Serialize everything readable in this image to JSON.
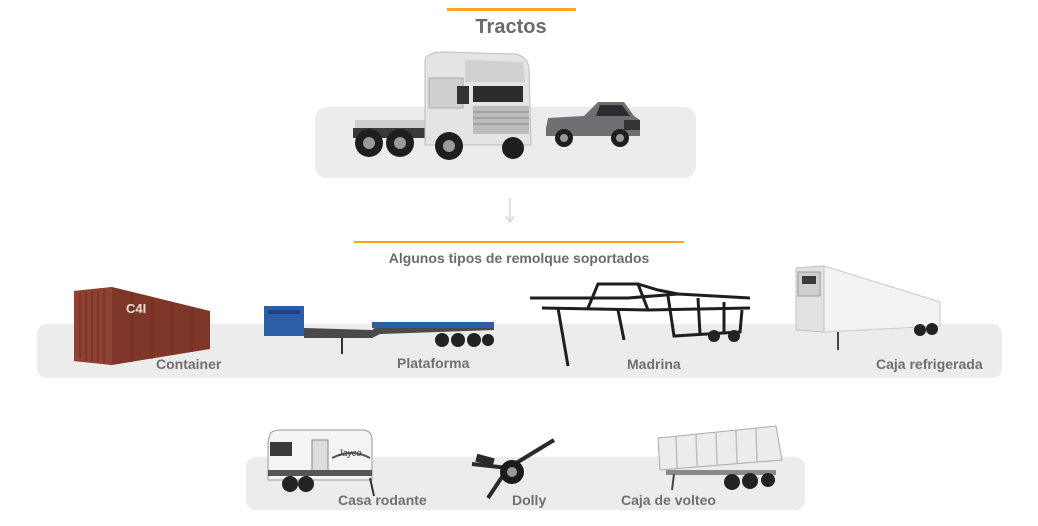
{
  "header": {
    "title": "Tractos",
    "accent_color": "#f5a623"
  },
  "subheader": {
    "title": "Algunos tipos de remolque soportados"
  },
  "tractors": [
    {
      "name": "semi-truck-image",
      "icon": "semi-truck"
    },
    {
      "name": "pickup-truck-image",
      "icon": "pickup-truck"
    }
  ],
  "trailers_row1": [
    {
      "label": "Container"
    },
    {
      "label": "Plataforma"
    },
    {
      "label": "Madrina"
    },
    {
      "label": "Caja refrigerada"
    }
  ],
  "trailers_row2": [
    {
      "label": "Casa rodante"
    },
    {
      "label": "Dolly"
    },
    {
      "label": "Caja de volteo"
    }
  ],
  "colors": {
    "panel": "#ececec",
    "text": "#6b6b6b",
    "accent": "#f5a623",
    "container": "#8a3b2e",
    "flatbed": "#2a5fa8"
  }
}
